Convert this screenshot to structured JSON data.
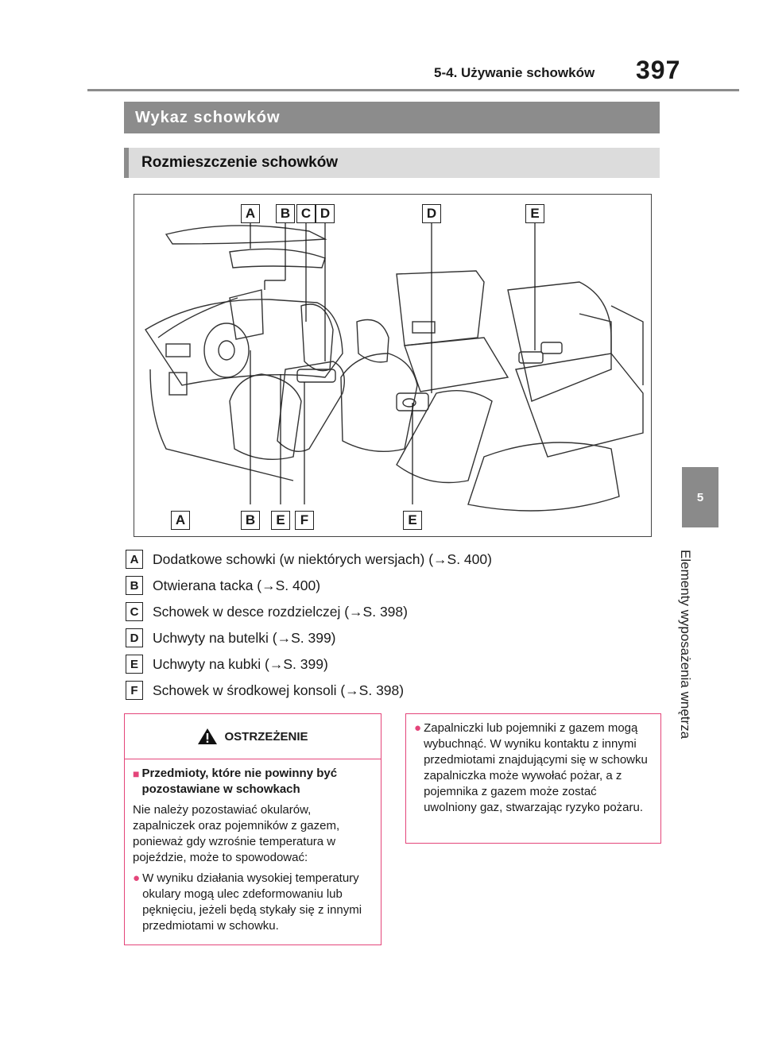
{
  "header": {
    "section": "5-4. Używanie schowków",
    "page_number": "397"
  },
  "sidebar": {
    "chapter": "5",
    "title": "Elementy wyposażenia wnętrza"
  },
  "section_title": "Wykaz schowków",
  "subsection_title": "Rozmieszczenie schowków",
  "figure": {
    "callouts_top": [
      "A",
      "B",
      "C",
      "D",
      "D",
      "E"
    ],
    "callouts_bottom": [
      "A",
      "B",
      "E",
      "F",
      "E"
    ]
  },
  "legend": [
    {
      "key": "A",
      "text": "Dodatkowe schowki (w niektórych wersjach) (→S. 400)"
    },
    {
      "key": "B",
      "text": "Otwierana tacka (→S. 400)"
    },
    {
      "key": "C",
      "text": "Schowek w desce rozdzielczej (→S. 398)"
    },
    {
      "key": "D",
      "text": "Uchwyty na butelki (→S. 399)"
    },
    {
      "key": "E",
      "text": "Uchwyty na kubki (→S. 399)"
    },
    {
      "key": "F",
      "text": "Schowek w środkowej konsoli (→S. 398)"
    }
  ],
  "warning": {
    "title": "OSTRZEŻENIE",
    "subheading": "Przedmioty, które nie powinny być pozostawiane w schowkach",
    "paragraph": "Nie należy pozostawiać okularów, zapalniczek oraz pojemników z gazem, ponieważ gdy wzrośnie temperatura w pojeździe, może to spowodować:",
    "items": [
      "W wyniku działania wysokiej temperatury okulary mogą ulec zdeformowaniu lub pęknięciu, jeżeli będą stykały się z innymi przedmiotami w schowku.",
      "Zapalniczki lub pojemniki z gazem mogą wybuchnąć. W wyniku kontaktu z innymi przedmiotami znajdującymi się w schowku zapalniczka może wywołać pożar, a z pojemnika z gazem może zostać uwolniony gaz, stwarzając ryzyko pożaru."
    ]
  },
  "colors": {
    "header_bar": "#8c8c8c",
    "sub_bar": "#dcdcdc",
    "warning_border": "#e4457a"
  }
}
